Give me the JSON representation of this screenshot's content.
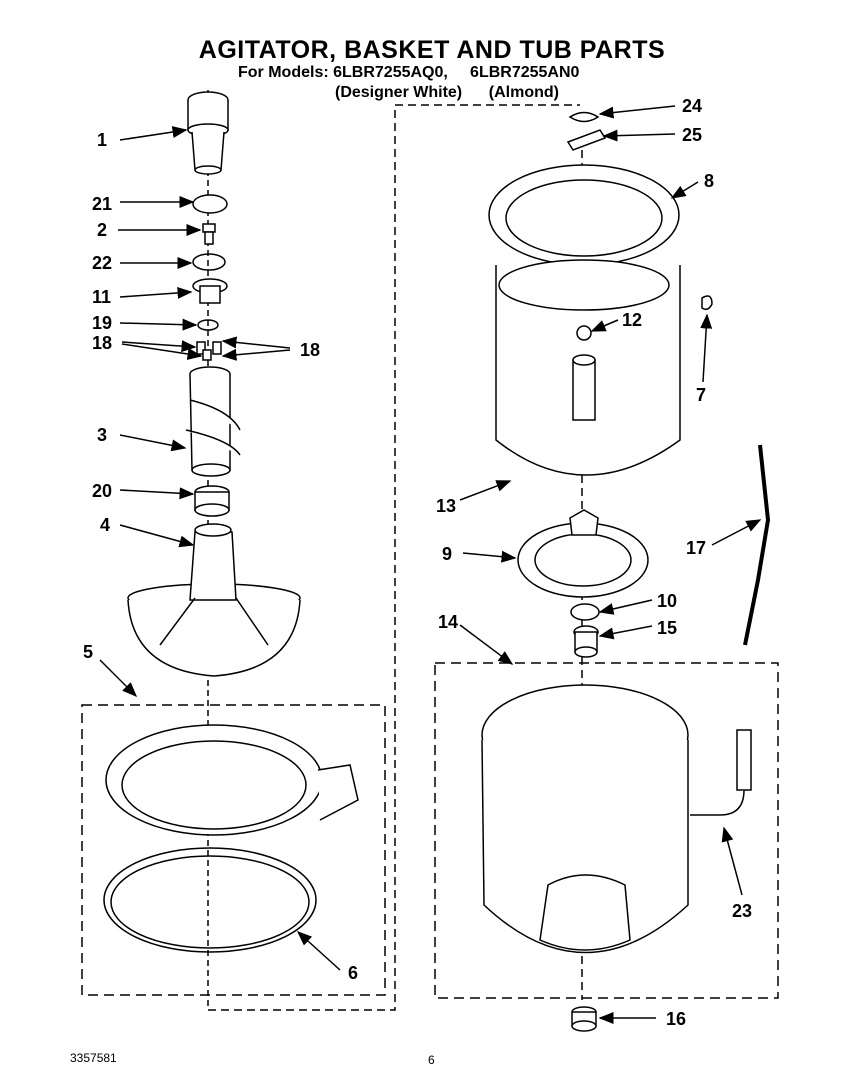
{
  "header": {
    "title": "AGITATOR, BASKET AND TUB PARTS",
    "models_line": "For Models: 6LBR7255AQ0,     6LBR7255AN0",
    "variants_line": "(Designer White)      (Almond)"
  },
  "callouts": {
    "c1": "1",
    "c21": "21",
    "c2": "2",
    "c22": "22",
    "c11": "11",
    "c19": "19",
    "c18a": "18",
    "c18b": "18",
    "c3": "3",
    "c20": "20",
    "c4": "4",
    "c5": "5",
    "c6": "6",
    "c24": "24",
    "c25": "25",
    "c8": "8",
    "c12": "12",
    "c7": "7",
    "c13": "13",
    "c9": "9",
    "c17": "17",
    "c10": "10",
    "c15": "15",
    "c14": "14",
    "c23": "23",
    "c16": "16"
  },
  "footer": {
    "doc_number": "3357581",
    "page_number": "6"
  }
}
